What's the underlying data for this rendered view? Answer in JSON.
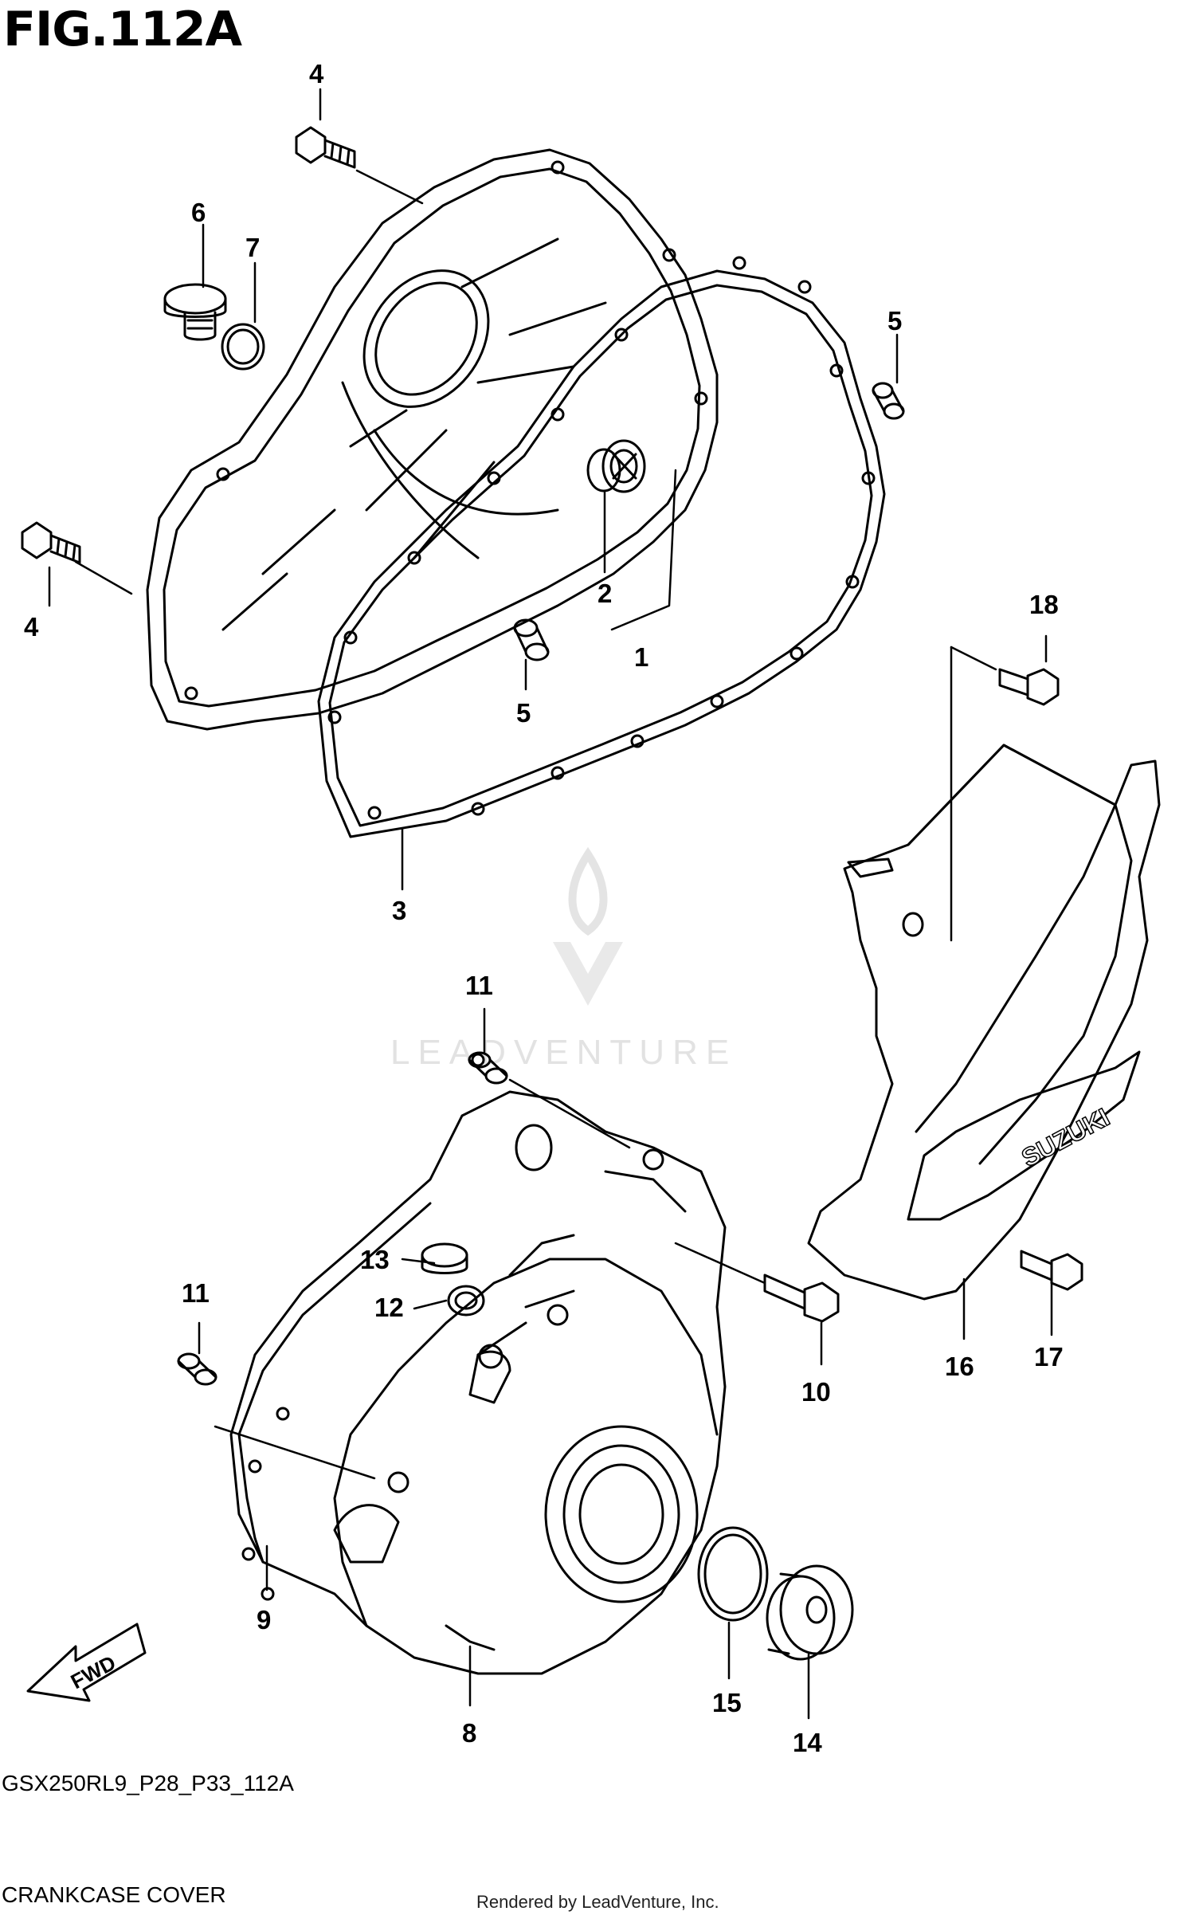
{
  "figure": {
    "title": "FIG.112A",
    "code": "GSX250RL9_P28_P33_112A",
    "name": "CRANKCASE COVER",
    "credit": "Rendered by LeadVenture, Inc.",
    "watermark": "LEADVENTURE",
    "direction_label": "FWD",
    "brand_label": "SUZUKI"
  },
  "callouts": [
    {
      "id": "c4a",
      "label": "4"
    },
    {
      "id": "c6",
      "label": "6"
    },
    {
      "id": "c7",
      "label": "7"
    },
    {
      "id": "c5a",
      "label": "5"
    },
    {
      "id": "c4b",
      "label": "4"
    },
    {
      "id": "c2",
      "label": "2"
    },
    {
      "id": "c1",
      "label": "1"
    },
    {
      "id": "c5b",
      "label": "5"
    },
    {
      "id": "c18",
      "label": "18"
    },
    {
      "id": "c3",
      "label": "3"
    },
    {
      "id": "c11a",
      "label": "11"
    },
    {
      "id": "c13",
      "label": "13"
    },
    {
      "id": "c11b",
      "label": "11"
    },
    {
      "id": "c12",
      "label": "12"
    },
    {
      "id": "c10",
      "label": "10"
    },
    {
      "id": "c16",
      "label": "16"
    },
    {
      "id": "c17",
      "label": "17"
    },
    {
      "id": "c9",
      "label": "9"
    },
    {
      "id": "c15",
      "label": "15"
    },
    {
      "id": "c8",
      "label": "8"
    },
    {
      "id": "c14",
      "label": "14"
    }
  ],
  "colors": {
    "ink": "#000000",
    "paper": "#ffffff",
    "watermark": "#e2e2e2"
  }
}
